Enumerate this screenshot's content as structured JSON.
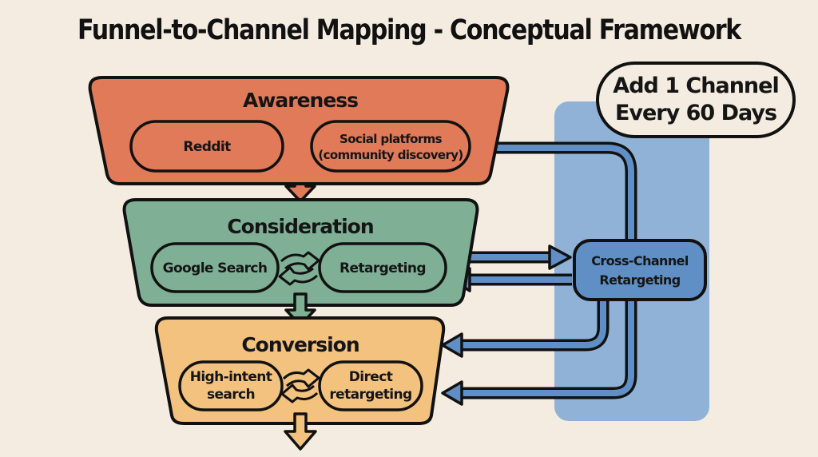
{
  "title": "Funnel-to-Channel Mapping - Conceptual Framework",
  "colors": {
    "background": "#f4ece0",
    "awareness": "#e07a58",
    "consideration": "#7fb095",
    "conversion": "#f2c27e",
    "cross_channel_band": "#8fb2d6",
    "connector": "#5f8fc4",
    "outline": "#111111"
  },
  "stages": [
    {
      "name": "Awareness",
      "channels": [
        {
          "label_lines": [
            "Reddit"
          ]
        },
        {
          "label_lines": [
            "Social platforms",
            "(community discovery)"
          ]
        }
      ]
    },
    {
      "name": "Consideration",
      "channels": [
        {
          "label_lines": [
            "Google Search"
          ]
        },
        {
          "label_lines": [
            "Retargeting"
          ]
        }
      ],
      "link_icon": "swap-arrows-icon"
    },
    {
      "name": "Conversion",
      "channels": [
        {
          "label_lines": [
            "High-intent",
            "search"
          ]
        },
        {
          "label_lines": [
            "Direct",
            "retargeting"
          ]
        }
      ],
      "link_icon": "swap-arrows-icon"
    }
  ],
  "hub": {
    "label_lines": [
      "Cross-Channel",
      "Retargeting"
    ]
  },
  "callout": {
    "label_lines": [
      "Add 1 Channel",
      "Every 60 Days"
    ]
  }
}
